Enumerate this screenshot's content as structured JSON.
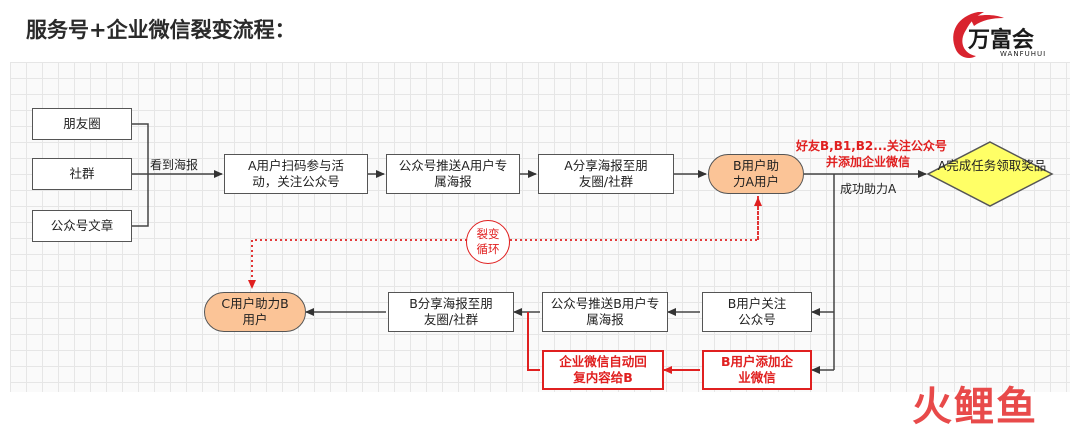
{
  "title": "服务号+企业微信裂变流程：",
  "logo": {
    "name": "万富会",
    "sub": "WANFUHUI"
  },
  "watermark": "火鲤鱼",
  "nodes": {
    "moments": "朋友圈",
    "community": "社群",
    "article": "公众号文章",
    "scan": "A用户扫码参与活动，关注公众号",
    "push_a": "公众号推送A用户专属海报",
    "share_a": "A分享海报至朋友圈/社群",
    "b_help": "B用户助力A用户",
    "a_done": "A完成任务领取奖品",
    "c_help": "C用户助力B用户",
    "share_b": "B分享海报至朋友圈/社群",
    "push_b": "公众号推送B用户专属海报",
    "b_follow": "B用户关注公众号",
    "auto_reply": "企业微信自动回复内容给B",
    "b_add_wx": "B用户添加企业微信"
  },
  "labels": {
    "see_poster": "看到海报",
    "friends_follow_1": "好友B,B1,B2...关注公众号",
    "friends_follow_2": "并添加企业微信",
    "help_success": "成功助力A",
    "fission_1": "裂变",
    "fission_2": "循环"
  },
  "colors": {
    "pill": "#fbc497",
    "diamond": "#ffff66",
    "red": "#e02020",
    "line": "#444444"
  }
}
